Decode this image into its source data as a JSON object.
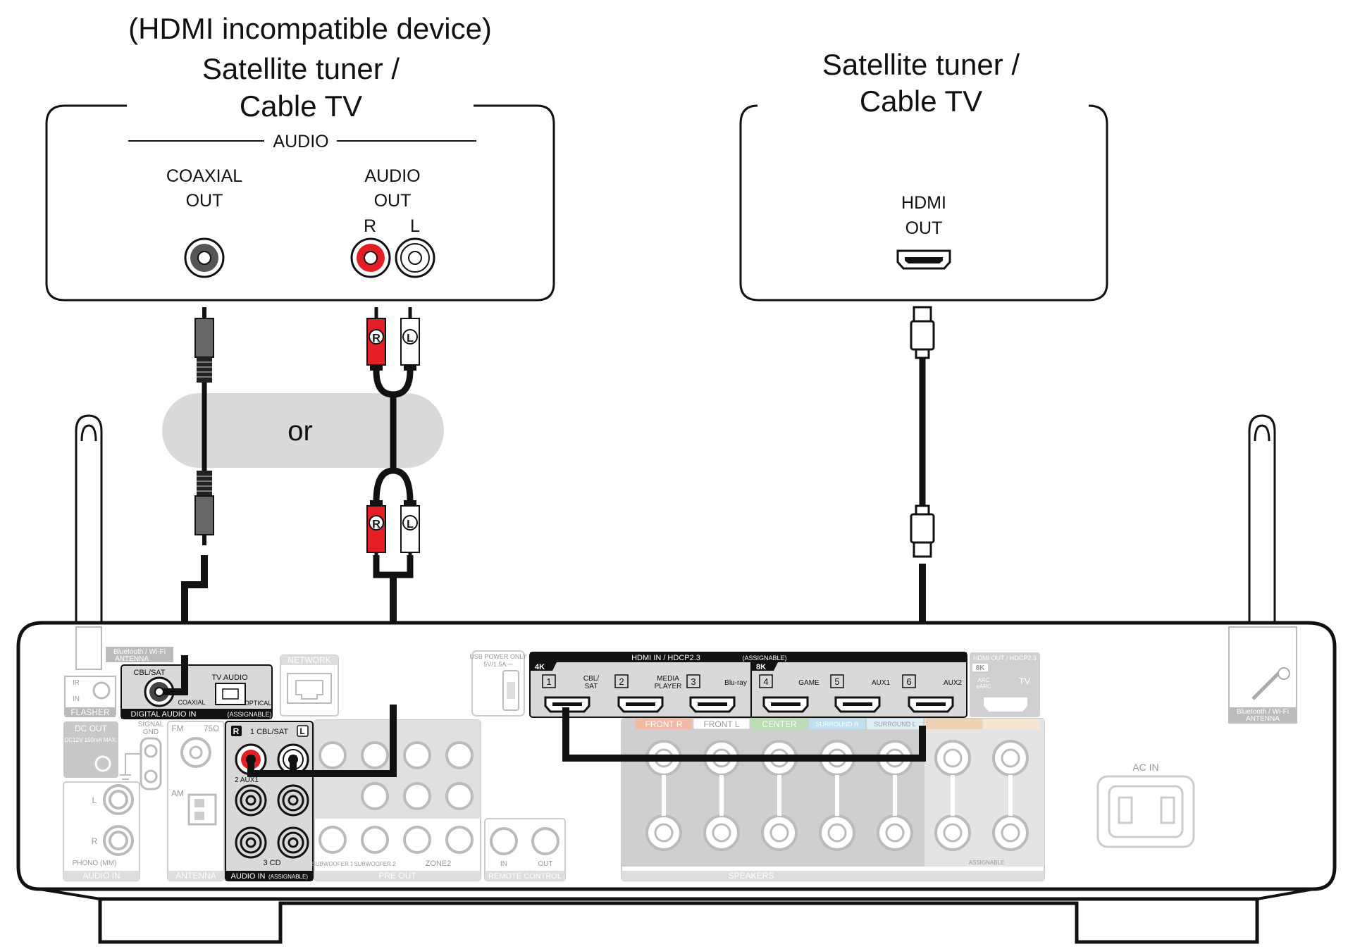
{
  "devices": {
    "left": {
      "note": "(HDMI incompatible device)",
      "title_line1": "Satellite tuner /",
      "title_line2": "Cable TV",
      "group_label": "AUDIO",
      "coaxial_label_1": "COAXIAL",
      "coaxial_label_2": "OUT",
      "audio_label_1": "AUDIO",
      "audio_label_2": "OUT",
      "r_label": "R",
      "l_label": "L"
    },
    "right": {
      "title_line1": "Satellite tuner /",
      "title_line2": "Cable TV",
      "hdmi_label_1": "HDMI",
      "hdmi_label_2": "OUT"
    }
  },
  "or_label": "or",
  "plug_labels": {
    "r": "R",
    "l": "L"
  },
  "receiver": {
    "bt_antenna_left": [
      "Bluetooth / Wi-Fi",
      "ANTENNA"
    ],
    "bt_antenna_right": [
      "Bluetooth / Wi-Fi",
      "ANTENNA"
    ],
    "ir": "IR",
    "in": "IN",
    "flasher": "FLASHER",
    "cbl_sat": "CBL/SAT",
    "tv_audio": "TV AUDIO",
    "coaxial": "COAXIAL",
    "optical": "OPTICAL",
    "digital_audio_in": "DIGITAL AUDIO IN",
    "assignable": "(ASSIGNABLE)",
    "network": "NETWORK",
    "usb_power": [
      "USB POWER ONLY",
      "5V/1.5A ⎓"
    ],
    "dc_out": "DC OUT",
    "dc_spec": "DC12V 150mA MAX.",
    "signal_gnd": [
      "SIGNAL",
      "GND"
    ],
    "fm": "FM",
    "ohm": "75Ω",
    "am": "AM",
    "antenna": "ANTENNA",
    "phono": "PHONO (MM)",
    "audio_in": "AUDIO IN",
    "audio_in_assignable": "AUDIO IN",
    "audio_in_assignable_tag": "(ASSIGNABLE)",
    "ain_r": "R",
    "ain_l": "L",
    "ain_1": "1 CBL/SAT",
    "ain_2": "2 AUX1",
    "ain_3": "3 CD",
    "hdmi_in_title": "HDMI IN / HDCP2.3",
    "hdmi_in_assignable": "(ASSIGNABLE)",
    "badge_4k": "4K",
    "badge_8k": "8K",
    "hdmi_ports": [
      {
        "num": "1",
        "label": "CBL/\nSAT"
      },
      {
        "num": "2",
        "label": "MEDIA\nPLAYER"
      },
      {
        "num": "3",
        "label": "Blu-ray"
      },
      {
        "num": "4",
        "label": "GAME"
      },
      {
        "num": "5",
        "label": "AUX1"
      },
      {
        "num": "6",
        "label": "AUX2"
      }
    ],
    "hdmi_out_title": "HDMI OUT / HDCP2.3",
    "hdmi_out_8k": "8K",
    "arc": [
      "ARC",
      "eARC"
    ],
    "tv": "TV",
    "front_r": "FRONT R",
    "front_l": "FRONT L",
    "center": "CENTER",
    "surround_r": "SURROUND R",
    "surround_l": "SURROUND L",
    "pre_out": "PRE OUT",
    "subwoofer1": "SUBWOOFER 1",
    "subwoofer2": "SUBWOOFER 2",
    "zone2": "ZONE2",
    "remote_in": "IN",
    "remote_out": "OUT",
    "remote_control": "REMOTE CONTROL",
    "speakers": "SPEAKERS",
    "assignable_spk": "ASSIGNABLE",
    "ac_in": "AC IN"
  }
}
